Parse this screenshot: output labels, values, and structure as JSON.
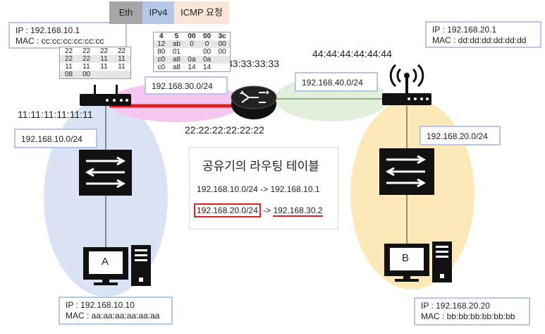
{
  "hostA": {
    "ip": "IP : 192.168.10.1",
    "mac": "MAC : cc:cc:cc:cc:cc:cc"
  },
  "hostA_pc": {
    "label": "A",
    "ip": "IP : 192.168.10.10",
    "mac": "MAC : aa:aa:aa:aa:aa:aa"
  },
  "hostB_router": {
    "ip": "IP : 192.168.20.1",
    "mac": "MAC : dd:dd:dd:dd:dd:dd"
  },
  "hostB_pc": {
    "label": "B",
    "ip": "IP : 192.168.20.20",
    "mac": "MAC : bb:bb:bb:bb:bb:bb"
  },
  "tabs": {
    "eth": "Eth",
    "ipv4": "IPv4",
    "icmp": "ICMP 요청"
  },
  "eth_table": [
    [
      "22",
      "22",
      "22",
      "22"
    ],
    [
      "22",
      "22",
      "11",
      "11"
    ],
    [
      "11",
      "11",
      "11",
      "11"
    ],
    [
      "08",
      "00",
      "",
      ""
    ]
  ],
  "ipv4_table": [
    [
      "4",
      "5",
      "00",
      "00",
      "3c"
    ],
    [
      "",
      "12",
      "ab",
      "0",
      "0",
      "00"
    ],
    [
      "80",
      "01",
      "",
      "00",
      "00"
    ],
    [
      "c0",
      "a8",
      "0a",
      "0a"
    ],
    [
      "c0",
      "a8",
      "14",
      "14"
    ]
  ],
  "mac_labels": {
    "router_a_left": "11:11:11:11:11:11",
    "router_center_top": "33:33:33:33",
    "router_center_bottom": "22:22:22:22:22:22",
    "router_b": "44:44:44:44:44:44"
  },
  "subnets": {
    "net_a": "192.168.10.0/24",
    "net_30": "192.168.30.0/24",
    "net_40": "192.168.40.0/24",
    "net_b": "192.168.20.0/24"
  },
  "routing_table": {
    "title": "공유기의 라우팅 테이블",
    "rows": [
      {
        "dest": "192.168.10.0/24",
        "arrow": "->",
        "next": "192.168.10.1"
      },
      {
        "dest": "192.168.20.0/24",
        "arrow": "->",
        "next": "192.168.30.2"
      }
    ]
  },
  "colors": {
    "area_a": "#dae3f3",
    "area_b": "#fde9b8",
    "area_pink": "#f4c6f0",
    "area_green": "#e2efda",
    "box_border": "#b4c7e7",
    "highlight_red": "#e02020"
  }
}
